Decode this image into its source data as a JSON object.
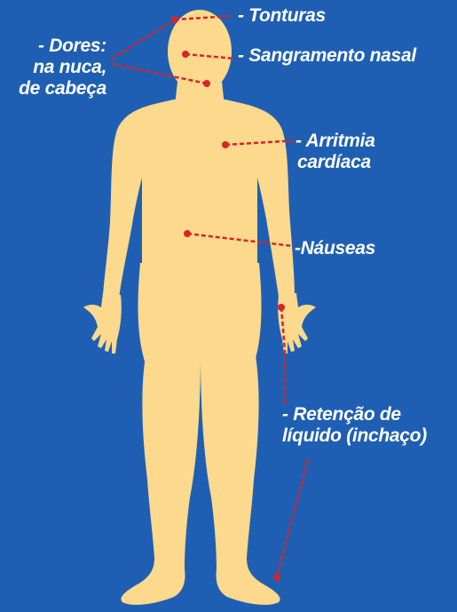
{
  "symptoms": {
    "dizziness": "- Tonturas",
    "nosebleed": "- Sangramento nasal",
    "pain_line1": "- Dores:",
    "pain_line2": "na nuca,",
    "pain_line3": "de cabeça",
    "arrhythmia_line1": "- Arritmia",
    "arrhythmia_line2": "cardíaca",
    "nausea": "-Náuseas",
    "retention_line1": "- Retenção de",
    "retention_line2": "líquido (inchaço)"
  },
  "colors": {
    "background": "#1f5fb3",
    "body": "#fcd98c",
    "marker": "#d9232a",
    "text": "#ffffff"
  }
}
